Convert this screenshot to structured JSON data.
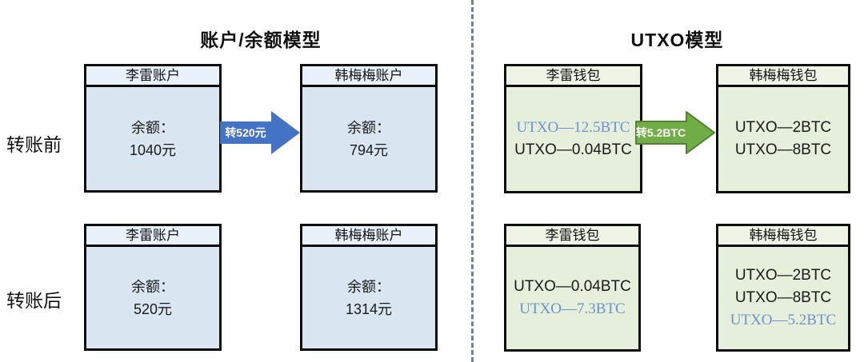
{
  "titles": {
    "left": "账户/余额模型",
    "right": "UTXO模型"
  },
  "row_labels": {
    "before": "转账前",
    "after": "转账后"
  },
  "arrows": {
    "account_label": "转520元",
    "utxo_label": "转5.2BTC"
  },
  "colors": {
    "account_box_fill": "#d9e6f2",
    "account_box_header": "#e9f1fa",
    "utxo_box_fill": "#e5efdb",
    "utxo_box_header": "#eef5e7",
    "account_arrow_fill": "#4472c4",
    "utxo_arrow_fill": "#71ad47",
    "utxo_arrow_border": "#538135",
    "highlight_utxo_text": "#7191cd",
    "divider_dash": "#6e82a0",
    "box_border": "#0d0d0d"
  },
  "boxes": {
    "acct_before_lilei": {
      "header": "李雷账户",
      "line1": "余额：",
      "line2": "1040元"
    },
    "acct_before_hmm": {
      "header": "韩梅梅账户",
      "line1": "余额：",
      "line2": "794元"
    },
    "acct_after_lilei": {
      "header": "李雷账户",
      "line1": "余额：",
      "line2": "520元"
    },
    "acct_after_hmm": {
      "header": "韩梅梅账户",
      "line1": "余额：",
      "line2": "1314元"
    },
    "utxo_before_lilei": {
      "header": "李雷钱包",
      "line1": "UTXO—12.5BTC",
      "line2": "UTXO—0.04BTC"
    },
    "utxo_before_hmm": {
      "header": "韩梅梅钱包",
      "line1": "UTXO—2BTC",
      "line2": "UTXO—8BTC"
    },
    "utxo_after_lilei": {
      "header": "李雷钱包",
      "line1": "UTXO—0.04BTC",
      "line2": "UTXO—7.3BTC"
    },
    "utxo_after_hmm": {
      "header": "韩梅梅钱包",
      "line1": "UTXO—2BTC",
      "line2": "UTXO—8BTC",
      "line3": "UTXO—5.2BTC"
    }
  }
}
